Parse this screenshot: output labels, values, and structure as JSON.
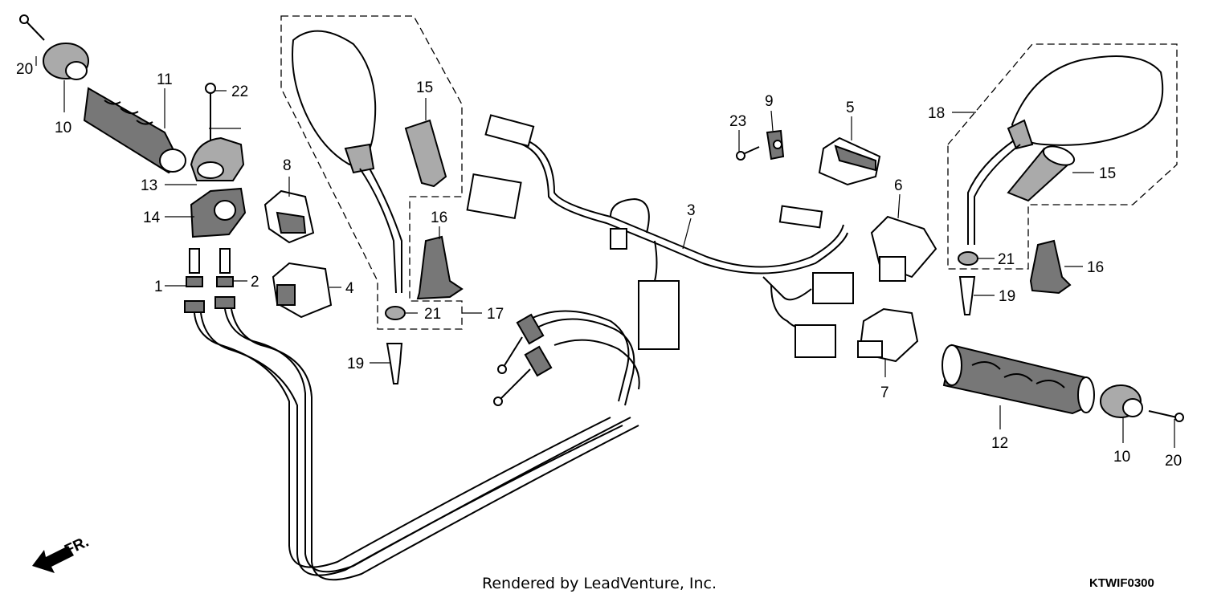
{
  "callouts": {
    "c1": "1",
    "c2": "2",
    "c3": "3",
    "c4": "4",
    "c5": "5",
    "c6": "6",
    "c7": "7",
    "c8": "8",
    "c9": "9",
    "c10a": "10",
    "c10b": "10",
    "c11": "11",
    "c12": "12",
    "c13": "13",
    "c14": "14",
    "c15a": "15",
    "c15b": "15",
    "c16a": "16",
    "c16b": "16",
    "c17": "17",
    "c18": "18",
    "c19a": "19",
    "c19b": "19",
    "c20a": "20",
    "c20b": "20",
    "c21a": "21",
    "c21b": "21",
    "c22": "22",
    "c23": "23"
  },
  "direction_label": "FR.",
  "footer": {
    "credit": "Rendered by LeadVenture, Inc.",
    "diagram_code": "KTWIF0300"
  }
}
